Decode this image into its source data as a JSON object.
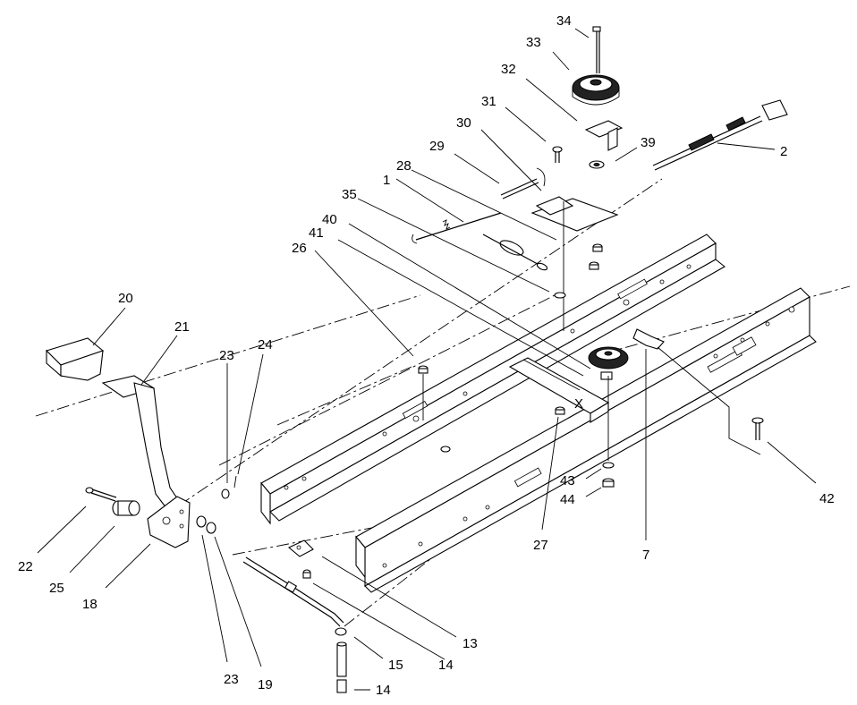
{
  "parts": [
    {
      "id": "34",
      "label": "34"
    },
    {
      "id": "33",
      "label": "33"
    },
    {
      "id": "32",
      "label": "32"
    },
    {
      "id": "31",
      "label": "31"
    },
    {
      "id": "39",
      "label": "39"
    },
    {
      "id": "30",
      "label": "30"
    },
    {
      "id": "2",
      "label": "2"
    },
    {
      "id": "29",
      "label": "29"
    },
    {
      "id": "28",
      "label": "28"
    },
    {
      "id": "1",
      "label": "1"
    },
    {
      "id": "35",
      "label": "35"
    },
    {
      "id": "40",
      "label": "40"
    },
    {
      "id": "41",
      "label": "41"
    },
    {
      "id": "26",
      "label": "26"
    },
    {
      "id": "20",
      "label": "20"
    },
    {
      "id": "21",
      "label": "21"
    },
    {
      "id": "23a",
      "label": "23"
    },
    {
      "id": "24",
      "label": "24"
    },
    {
      "id": "22",
      "label": "22"
    },
    {
      "id": "25",
      "label": "25"
    },
    {
      "id": "18",
      "label": "18"
    },
    {
      "id": "23b",
      "label": "23"
    },
    {
      "id": "19",
      "label": "19"
    },
    {
      "id": "15",
      "label": "15"
    },
    {
      "id": "14a",
      "label": "14"
    },
    {
      "id": "14b",
      "label": "14"
    },
    {
      "id": "13",
      "label": "13"
    },
    {
      "id": "27",
      "label": "27"
    },
    {
      "id": "43",
      "label": "43"
    },
    {
      "id": "44",
      "label": "44"
    },
    {
      "id": "7",
      "label": "7"
    },
    {
      "id": "42",
      "label": "42"
    }
  ],
  "marker_x": "X"
}
